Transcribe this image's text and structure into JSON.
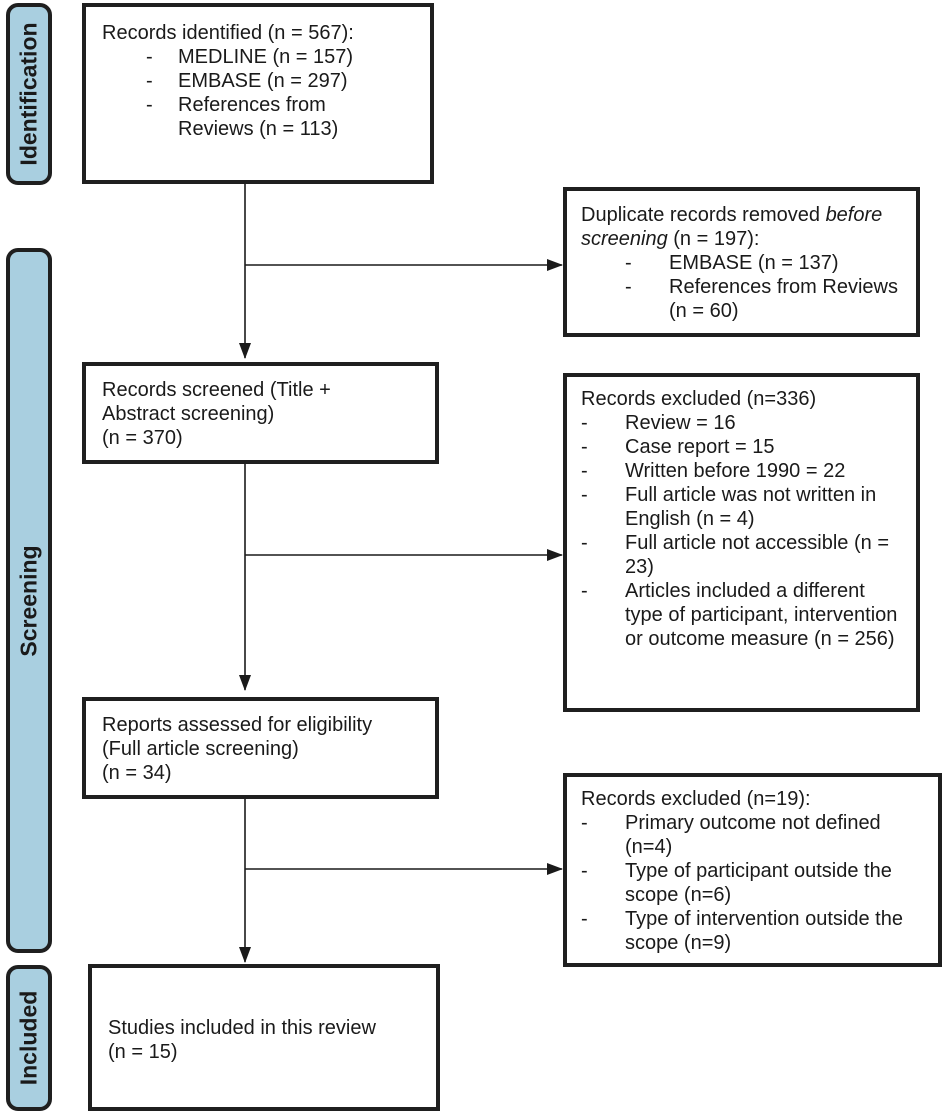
{
  "phases": {
    "identification": "Identification",
    "screening": "Screening",
    "included": "Included"
  },
  "identified": {
    "heading": "Records identified (n = 567):",
    "items": [
      "MEDLINE (n = 157)",
      "EMBASE (n = 297)",
      "References from",
      "Reviews (n = 113)"
    ]
  },
  "duplicates": {
    "heading_a": "Duplicate records removed ",
    "heading_italic": "before",
    "heading_b": "screening",
    "heading_c": " (n = 197):",
    "items": [
      "EMBASE (n = 137)",
      "References from Reviews",
      "(n = 60)"
    ]
  },
  "screened": {
    "lines": [
      "Records screened (Title +",
      "Abstract screening)",
      "(n = 370)"
    ]
  },
  "excluded_1": {
    "heading": "Records excluded (n=336)",
    "items": [
      "Review = 16",
      "Case report = 15",
      "Written before 1990 = 22",
      "Full article was not written in",
      "English (n = 4)",
      "Full article not accessible (n =",
      "23)",
      "Articles included a different",
      "type of participant, intervention",
      "or outcome measure (n = 256)"
    ]
  },
  "assessed": {
    "lines": [
      "Reports assessed for eligibility",
      "(Full article screening)",
      "(n = 34)"
    ]
  },
  "excluded_2": {
    "heading": "Records excluded (n=19):",
    "items": [
      "Primary outcome not defined",
      "(n=4)",
      "Type of participant outside the",
      "scope (n=6)",
      "Type of intervention outside the",
      "scope (n=9)"
    ]
  },
  "included": {
    "lines": [
      "Studies included in this review",
      "(n = 15)"
    ]
  },
  "dash": "-"
}
